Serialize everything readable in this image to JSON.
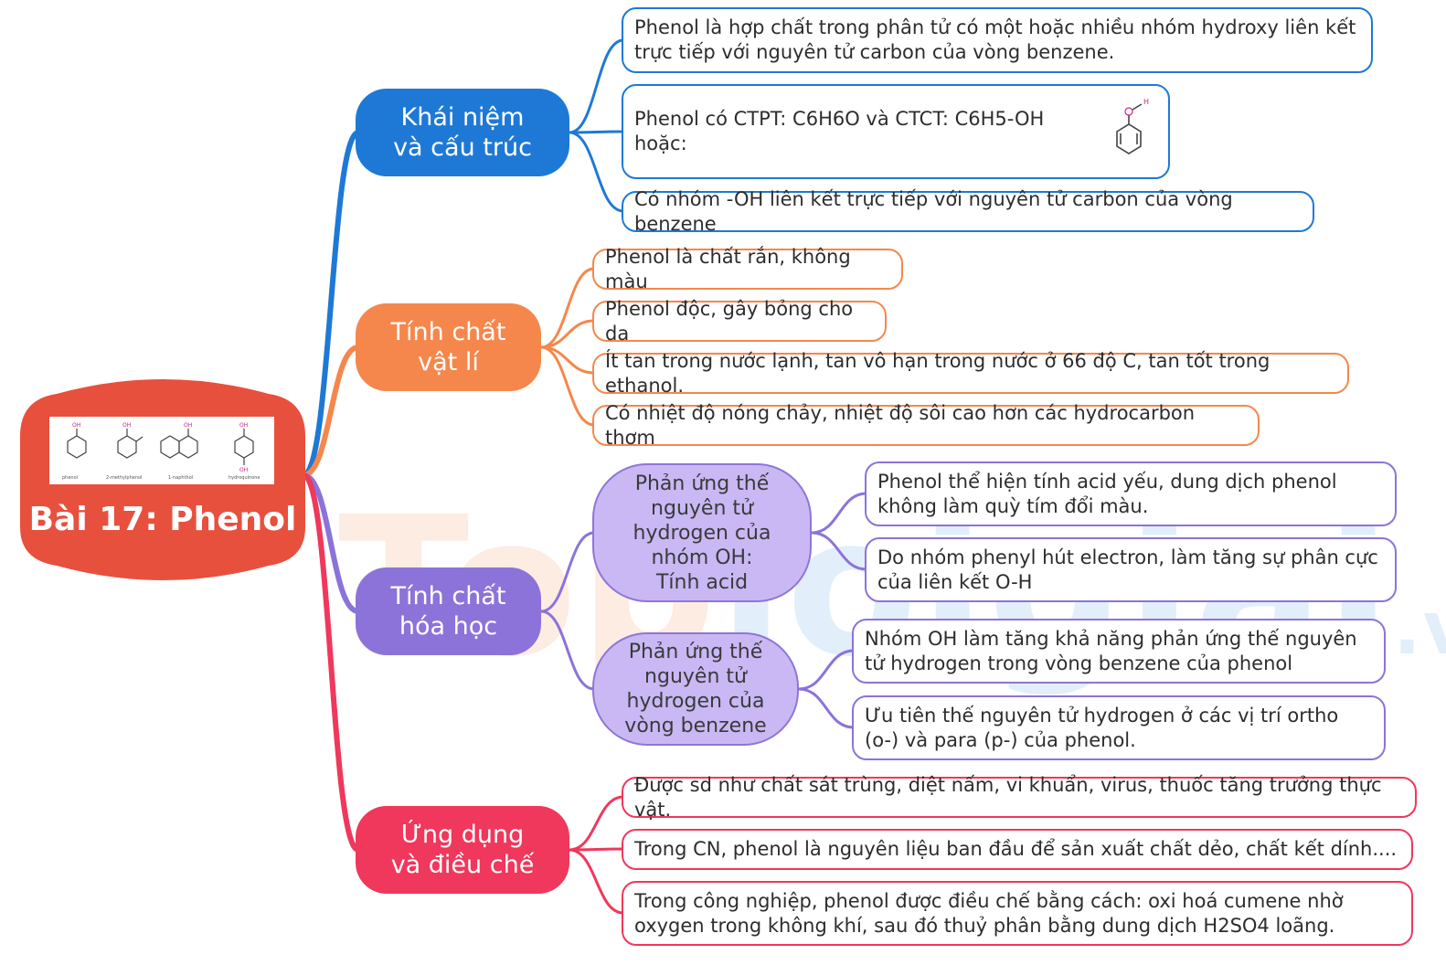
{
  "root": {
    "title": "Bài 17: Phenol",
    "color": "#e8503e",
    "structures": [
      "phenol",
      "2-methylphenol",
      "1-naphthol",
      "hydroquinone"
    ]
  },
  "watermark": {
    "part1": "Top",
    "part2": "loigiai",
    "suffix": ".vn"
  },
  "branches": [
    {
      "label": "Khái niệm\nvà cấu trúc",
      "color": "#1e79d6",
      "leaves": [
        "Phenol là hợp chất trong phân tử có một hoặc nhiều nhóm hydroxy liên kết trực tiếp với nguyên tử carbon của vòng benzene.",
        "Phenol có CTPT: C6H6O và CTCT: C6H5-OH hoặc:",
        "Có nhóm -OH liên kết trực tiếp với nguyên tử carbon của vòng benzene"
      ]
    },
    {
      "label": "Tính chất\nvật lí",
      "color": "#f5874c",
      "leaves": [
        "Phenol là chất rắn, không màu",
        "Phenol độc, gây bỏng cho da",
        "Ít tan trong nước lạnh, tan vô hạn trong nước ở 66 độ C, tan tốt trong ethanol.",
        "Có nhiệt độ nóng chảy, nhiệt độ sôi cao hơn các hydrocarbon thơm"
      ]
    },
    {
      "label": "Tính chất\nhóa học",
      "color": "#8c73d9",
      "subs": [
        {
          "label": "Phản ứng thế\nnguyên tử\nhydrogen của\nnhóm OH:\nTính acid",
          "leaves": [
            "Phenol thể hiện tính acid yếu, dung dịch phenol không làm quỳ tím đổi màu.",
            "Do nhóm phenyl hút electron, làm tăng sự phân cực của liên kết O-H"
          ]
        },
        {
          "label": "Phản ứng thế\nnguyên tử\nhydrogen của\nvòng benzene",
          "leaves": [
            "Nhóm OH làm tăng khả năng phản ứng thế nguyên tử hydrogen trong vòng benzene của phenol",
            "Ưu tiên thế nguyên tử hydrogen ở các vị trí ortho (o-) và para (p-) của phenol."
          ]
        }
      ]
    },
    {
      "label": "Ứng dụng\nvà điều chế",
      "color": "#f0375c",
      "leaves": [
        "Được sd như chất sát trùng, diệt nấm, vi khuẩn, virus, thuốc tăng trưởng thực vật.",
        "Trong CN, phenol là nguyên liệu ban đầu để sản xuất chất dẻo, chất kết dính....",
        "Trong công nghiệp, phenol được điều chế bằng cách: oxi hoá cumene nhờ oxygen trong không khí, sau đó thuỷ phân bằng dung dịch H2SO4 loãng."
      ]
    }
  ]
}
